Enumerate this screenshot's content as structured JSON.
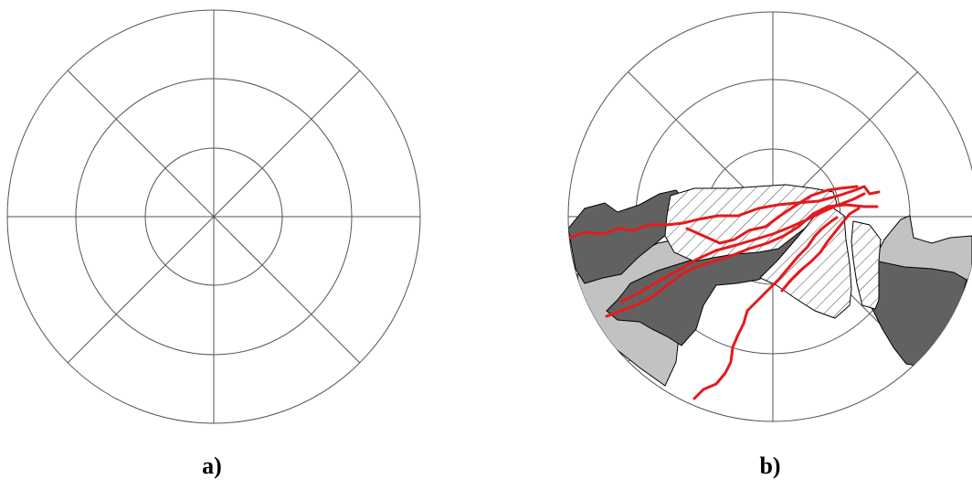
{
  "panels": [
    {
      "id": "a",
      "caption": "a)",
      "variant": "empty-polar-grid"
    },
    {
      "id": "b",
      "caption": "b)",
      "variant": "polar-grid-with-regions"
    }
  ],
  "colors": {
    "grid": "#555555",
    "dark_region": "#616161",
    "light_region": "#c2c2c2",
    "hatched_region": "#ffffff",
    "hatch": "#444444",
    "line": "#e41a1c",
    "outline": "#000000"
  }
}
